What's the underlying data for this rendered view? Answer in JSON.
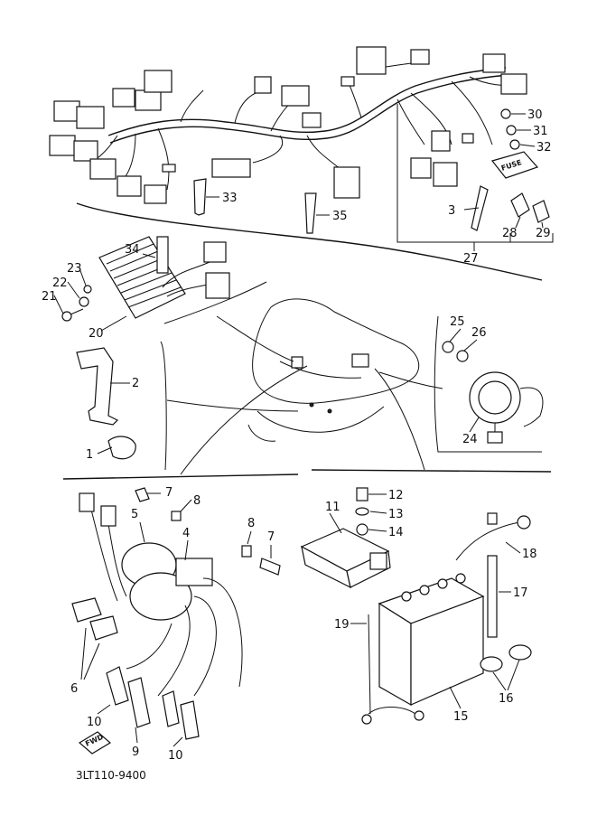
{
  "diagram_code": "3LT110-9400",
  "fuse_label": "FUSE",
  "fwd_label": "FWD",
  "callouts": {
    "c1": "1",
    "c2": "2",
    "c3": "3",
    "c4": "4",
    "c5": "5",
    "c6": "6",
    "c7a": "7",
    "c7b": "7",
    "c8a": "8",
    "c8b": "8",
    "c9": "9",
    "c10a": "10",
    "c10b": "10",
    "c11": "11",
    "c12": "12",
    "c13": "13",
    "c14": "14",
    "c15": "15",
    "c16": "16",
    "c17": "17",
    "c18": "18",
    "c19": "19",
    "c20": "20",
    "c21": "21",
    "c22": "22",
    "c23": "23",
    "c24": "24",
    "c25": "25",
    "c26": "26",
    "c27": "27",
    "c28": "28",
    "c29": "29",
    "c30": "30",
    "c31": "31",
    "c32": "32",
    "c33": "33",
    "c34": "34",
    "c35": "35"
  }
}
